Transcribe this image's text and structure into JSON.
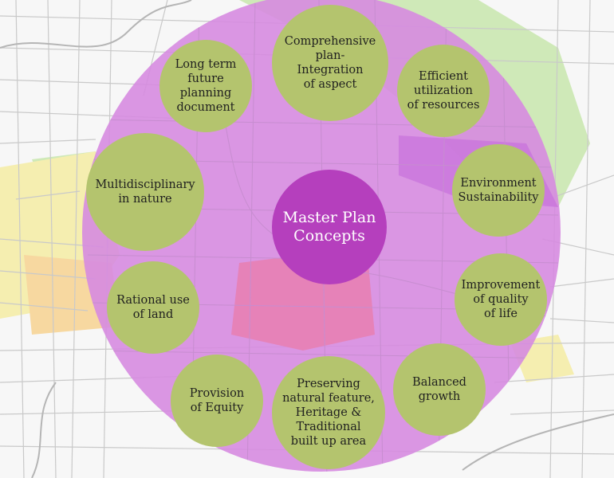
{
  "diagram": {
    "center": {
      "label": "Master Plan\nConcepts"
    },
    "concepts": [
      {
        "id": "comprehensive",
        "label": "Comprehensive\nplan-\nIntegration\nof aspect"
      },
      {
        "id": "efficient",
        "label": "Efficient\nutilization\nof resources"
      },
      {
        "id": "environment",
        "label": "Environment\nSustainability"
      },
      {
        "id": "quality-of-life",
        "label": "Improvement\nof quality\nof life"
      },
      {
        "id": "balanced",
        "label": "Balanced\ngrowth"
      },
      {
        "id": "preserving",
        "label": "Preserving\nnatural feature,\nHeritage &\nTraditional\nbuilt up area"
      },
      {
        "id": "equity",
        "label": "Provision\nof Equity"
      },
      {
        "id": "land",
        "label": "Rational use\nof land"
      },
      {
        "id": "multidisciplinary",
        "label": "Multidisciplinary\nin nature"
      },
      {
        "id": "long-term",
        "label": "Long term\nfuture\nplanning\ndocument"
      }
    ]
  },
  "colors": {
    "big_circle": "#d68be0",
    "node_fill": "#b4c46e",
    "center_fill": "#b53fbd",
    "map_lines": "#c9c9c9",
    "zone_green": "#cfe9b8",
    "zone_yellow": "#f5eeb0",
    "zone_pink": "#e87fb0"
  }
}
